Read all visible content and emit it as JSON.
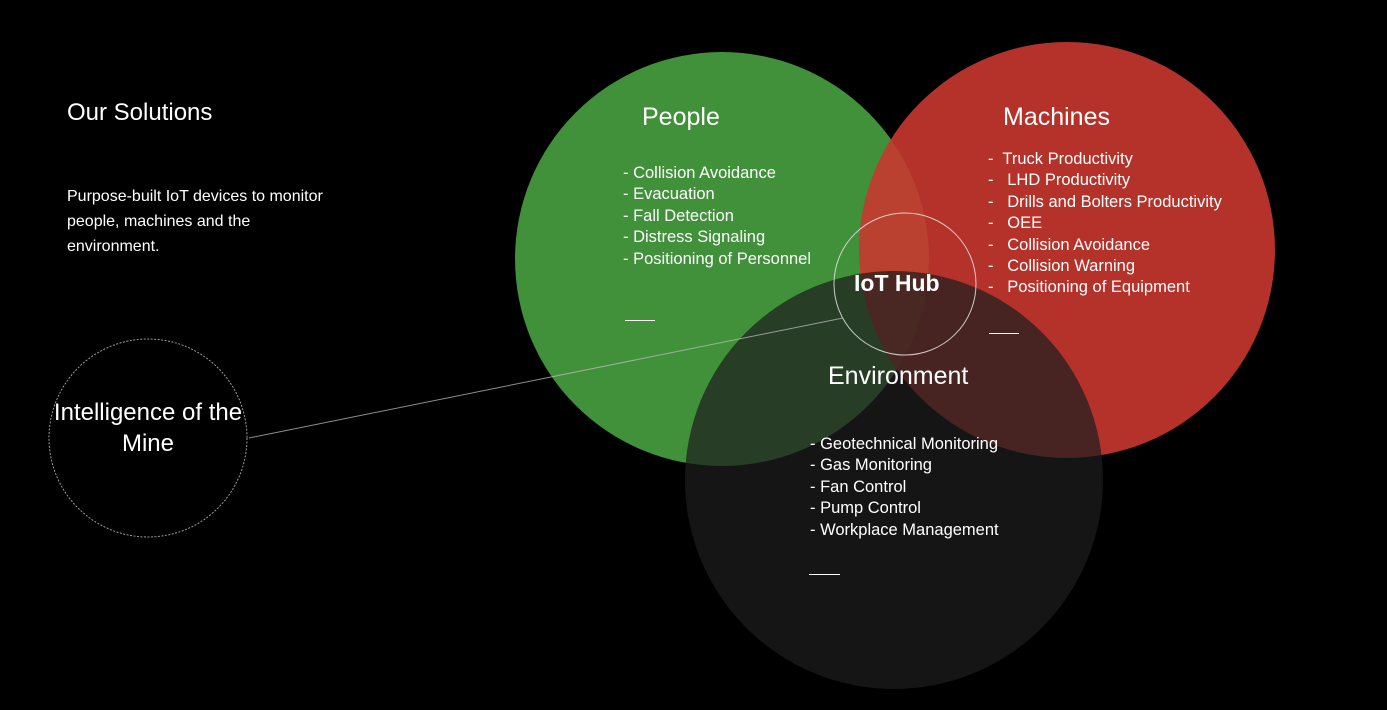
{
  "header": {
    "title": "Our Solutions",
    "description": "Purpose-built IoT devices to monitor people, machines and the environment."
  },
  "center": {
    "label": "Intelligence of the Mine"
  },
  "hub": {
    "label": "IoT Hub"
  },
  "colors": {
    "background": "#000000",
    "people": "#41903a",
    "machines": "#c8372f",
    "environment": "#1d1d1f",
    "text": "#ffffff"
  },
  "circles": {
    "people": {
      "title": "People",
      "items": [
        "- Collision Avoidance",
        "- Evacuation",
        "- Fall Detection",
        "- Distress Signaling",
        "- Positioning of Personnel"
      ]
    },
    "machines": {
      "title": "Machines",
      "items": [
        "-  Truck Productivity",
        "-   LHD Productivity",
        "-   Drills and Bolters Productivity",
        "-   OEE",
        "-   Collision Avoidance",
        "-   Collision Warning",
        "-   Positioning of Equipment"
      ]
    },
    "environment": {
      "title": "Environment",
      "items": [
        "- Geotechnical Monitoring",
        "- Gas Monitoring",
        "- Fan Control",
        "- Pump Control",
        "- Workplace Management"
      ]
    }
  }
}
